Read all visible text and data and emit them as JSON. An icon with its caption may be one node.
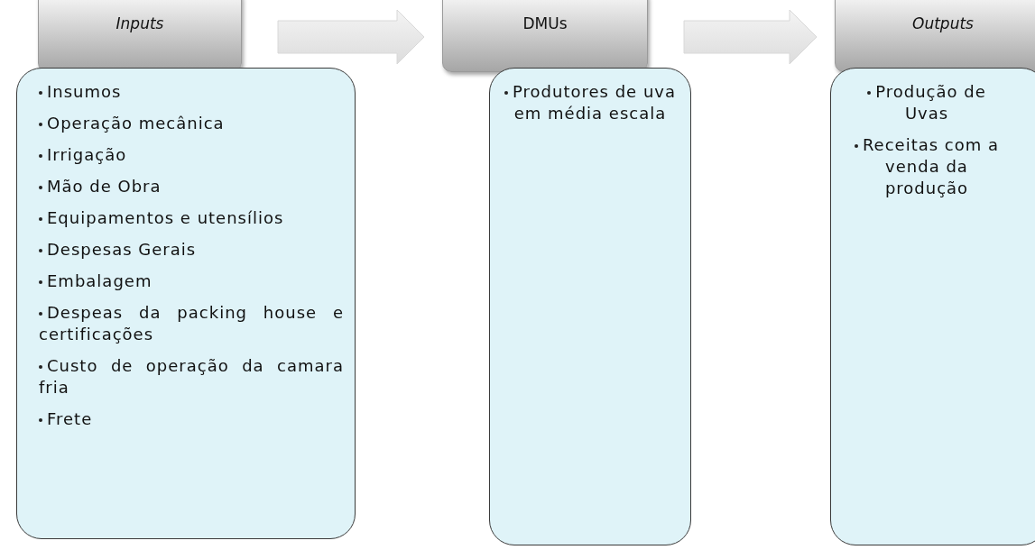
{
  "diagram": {
    "nodes": [
      {
        "text": [
          "Inputs"
        ]
      },
      {
        "text": [
          "Insumos",
          "Operação mecânica",
          "Irrigação",
          "Mão de Obra",
          "Equipamentos e utensílios",
          "Despesas Gerais",
          "Embalagem",
          "Despeas da packing house e certificações",
          "Custo de operação da camara fria",
          "Frete"
        ]
      },
      {
        "text": [
          "DMUs"
        ]
      },
      {
        "text": [
          "Produtores de uva em média escala"
        ]
      },
      {
        "text": [
          "Outputs"
        ]
      },
      {
        "text": [
          "Produção de Uvas",
          "Receitas com a venda da produção"
        ]
      }
    ],
    "edges": [
      {
        "from": 0,
        "to": 2,
        "arrow": "to"
      },
      {
        "from": 2,
        "to": 4,
        "arrow": "to"
      }
    ]
  }
}
